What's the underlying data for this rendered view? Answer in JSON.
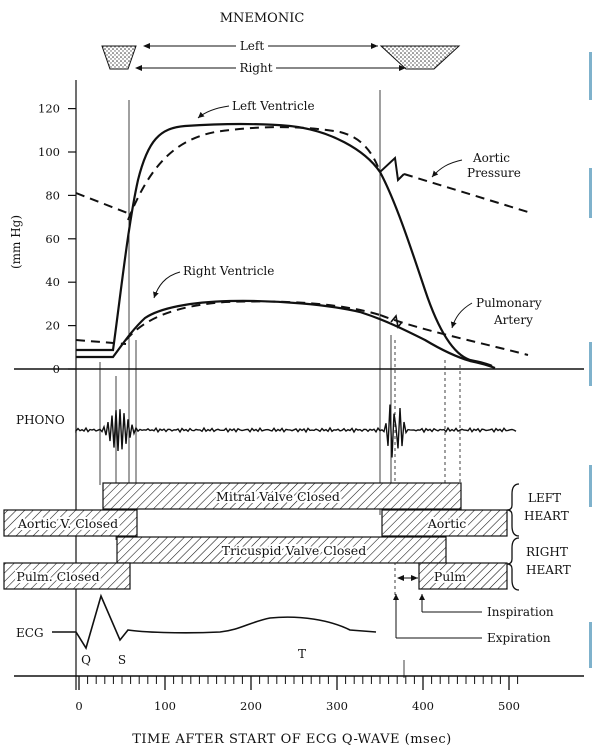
{
  "mnemonic": {
    "title": "MNEMONIC",
    "left": "Left",
    "right": "Right"
  },
  "pressure": {
    "y_label": "(mm Hg)",
    "y_ticks": [
      "0",
      "20",
      "40",
      "60",
      "80",
      "100",
      "120"
    ],
    "left_ventricle": "Left Ventricle",
    "aortic_pressure_line1": "Aortic",
    "aortic_pressure_line2": "Pressure",
    "right_ventricle": "Right Ventricle",
    "pulmonary_artery_line1": "Pulmonary",
    "pulmonary_artery_line2": "Artery"
  },
  "phono": {
    "label": "PHONO"
  },
  "valves": {
    "mitral": "Mitral Valve Closed",
    "aortic_closed": "Aortic V. Closed",
    "aortic": "Aortic",
    "tricuspid": "Tricuspid Valve Closed",
    "pulm_closed": "Pulm. Closed",
    "pulm": "Pulm",
    "left_heart_line1": "LEFT",
    "left_heart_line2": "HEART",
    "right_heart_line1": "RIGHT",
    "right_heart_line2": "HEART",
    "inspiration": "Inspiration",
    "expiration": "Expiration"
  },
  "ecg": {
    "label": "ECG",
    "q": "Q",
    "s": "S",
    "t": "T"
  },
  "time_axis": {
    "ticks": [
      "0",
      "100",
      "200",
      "300",
      "400",
      "500"
    ],
    "label": "TIME AFTER START OF ECG Q-WAVE (msec)"
  },
  "colors": {
    "ink": "#111111",
    "accent_bar": "#7fb2cc"
  }
}
